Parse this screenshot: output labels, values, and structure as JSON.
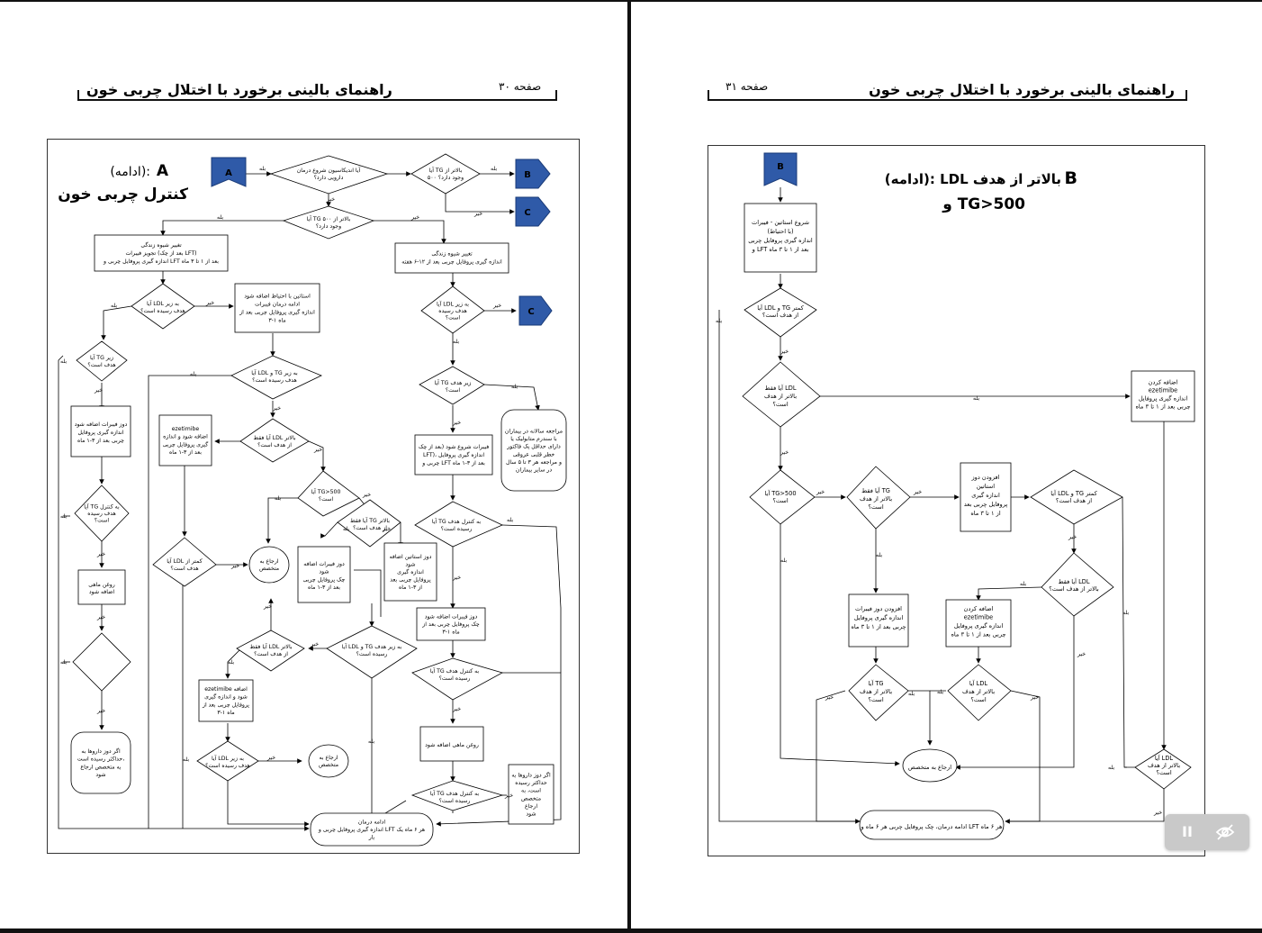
{
  "left_page": {
    "header_title": "راهنمای بالینی برخورد با اختلال چربی خون",
    "page_label": "صفحه ۳۰",
    "section_letter": "A",
    "section_title_line1": "(ادامه):",
    "section_title_line2": "کنترل چربی خون",
    "connector_A": "A",
    "connector_B": "B",
    "connector_C1": "C",
    "connector_C2": "C",
    "nodes": {
      "d_indication": [
        "آیا اندیکاسیون شروع درمان",
        "دارویی دارد؟"
      ],
      "d_tg_over_500_top": [
        "آیا TG بالاتر از",
        "۵۰۰ وجود دارد؟"
      ],
      "d_tg_over_500_mid": [
        "آیا TG بالاتر از ۵۰۰",
        "وجود دارد؟"
      ],
      "b_lifestyle_fibrate": [
        "تغییر شیوه زندگی",
        "تجویز فیبرات (بعد از چک LFT)",
        "اندازه گیری پروفایل چربی و LFT بعد از ۱ تا ۳ ماه"
      ],
      "b_lifestyle_right": [
        "تغییر شیوه زندگی",
        "اندازه گیری پروفایل چربی بعد از ۱۲-۶ هفته"
      ],
      "d_ldl_goal_left": [
        "آیا LDL به زیر",
        "هدف رسیده است؟"
      ],
      "b_add_statin": [
        "استاتین با احتیاط اضافه شود",
        "ادامه درمان فیبرات",
        "اندازه گیری پروفایل چربی بعد از",
        "۳-۱ ماه"
      ],
      "d_ldl_goal_right": [
        "آیا LDL به زیر",
        "هدف رسیده",
        "است؟"
      ],
      "d_tg_goal_far_left": [
        "آیا TG زیر",
        "هدف است؟"
      ],
      "d_ldl_tg_goal": [
        "آیا LDL و TG به زیر",
        "هدف رسیده است؟"
      ],
      "d_tg_goal_right": [
        "آیا TG زیر هدف",
        "است؟"
      ],
      "b_review_patients": [
        "مراجعه سالانه در بیماران",
        "با سندرم متابولیک یا",
        "دارای حداقل یک فاکتور",
        "خطر قلبی عروقی",
        "و مراجعه هر ۳ تا ۵ سال",
        "در سایر بیماران"
      ],
      "b_increase_fibrate_dose": [
        "دوز فیبرات اضافه شود",
        "اندازه گیری پروفایل",
        "چربی بعد از ۳-۱ ماه"
      ],
      "b_ezetimibe_1": [
        "ezetimibe",
        "اضافه شود و اندازه",
        "گیری پروفایل چربی",
        "بعد از ۳-۱ ماه"
      ],
      "d_only_ldl_over": [
        "آیا فقط LDL بالاتر",
        "از هدف است؟"
      ],
      "b_start_fibrate": [
        "فیبرات شروع شود (بعد از چک",
        "LFT)، اندازه گیری پروفایل",
        "چربی و LFT بعد از ۳-۱ ماه"
      ],
      "d_tg500": [
        "آیا TG>500",
        "است؟"
      ],
      "d_tg_control_1": [
        "آیا TG به کنترل هدف",
        "رسیده است؟"
      ],
      "d_tg_only_over": [
        "آیا فقط TG بالاتر",
        "از هدف است؟"
      ],
      "d_tg_control_goal_left": [
        "آیا TG به کنترل",
        "هدف رسیده",
        "است؟"
      ],
      "b_fish_oil_left": [
        "روغن ماهی",
        "اضافه شود"
      ],
      "d_ldl_control_left": [
        "آیا LDL کمتر از",
        "هدف است؟"
      ],
      "c_refer_1": [
        "ارجاع به",
        "متخصص"
      ],
      "b_increase_fibrate_2": [
        "دوز فیبرات اضافه",
        "شود",
        "چک پروفایل چربی",
        "بعد از ۳-۱ ماه"
      ],
      "b_increase_statin": [
        "دوز استاتین اضافه",
        "شود",
        "اندازه گیری",
        "پروفایل چربی بعد",
        "از ۳-۱ ماه"
      ],
      "b_increase_fibrate_3": [
        "دوز فیبرات اضافه شود",
        "چک پروفایل چربی بعد از",
        "۳-۱ ماه"
      ],
      "d_tg_only_over_2": [
        "آیا فقط LDL بالاتر",
        "از هدف است؟"
      ],
      "d_ldl_tg_goal_2": [
        "آیا LDL و TG به زیر هدف",
        "رسیده است؟"
      ],
      "d_tg_control_2": [
        "آیا TG به کنترل هدف",
        "رسیده است؟"
      ],
      "b_ezetimibe_2": [
        "ezetimibe اضافه",
        "شود و اندازه گیری",
        "پروفایل چربی بعد از",
        "۳-۱ ماه"
      ],
      "b_fish_oil_right": [
        "روغن ماهی اضافه شود"
      ],
      "d_ldl_goal_bottom": [
        "آیا LDL به زیر",
        "هدف رسیده است؟"
      ],
      "c_refer_2": [
        "ارجاع به",
        "متخصص"
      ],
      "b_if_max_dose_left": [
        "اگر دوز داروها به",
        "حداکثر رسیده است،",
        "به متخصص ارجاع",
        "شود"
      ],
      "d_tg_control_3": [
        "آیا TG به کنترل هدف",
        "رسیده است؟"
      ],
      "b_if_max_dose_right": [
        "اگر دوز داروها به",
        "حداکثر رسیده",
        "است، به",
        "متخصص",
        "ارجاع",
        "شود"
      ],
      "b_continue": [
        "ادامه درمان",
        "اندازه گیری پروفایل چربی و LFT هر ۶ ماه یک",
        "بار"
      ]
    },
    "edge_labels": {
      "yes": "بله",
      "no": "خیر"
    }
  },
  "right_page": {
    "header_title": "راهنمای بالینی برخورد با اختلال چربی خون",
    "page_label": "صفحه ۳۱",
    "section_letter": "B",
    "section_title_line1": "(ادامه): LDL بالاتر از هدف",
    "section_title_line2": "و TG>500",
    "connector_B": "B",
    "nodes": {
      "b_start_statin": [
        "شروع استاتین - فیبرات",
        "(با احتیاط)",
        "اندازه گیری پروفایل چربی",
        "و LFT بعد از ۱ تا ۳ ماه"
      ],
      "d_ldl_tg_less": [
        "آیا LDL و TG کمتر",
        "از هدف است؟"
      ],
      "d_only_ldl_over": [
        "آیا فقط LDL",
        "بالاتر از هدف",
        "است؟"
      ],
      "b_add_ezetimibe_top": [
        "اضافه کردن",
        "ezetimibe",
        "اندازه گیری پروفایل",
        "چربی بعد از ۱ تا ۳ ماه"
      ],
      "d_tg500": [
        "آیا TG>500",
        "است؟"
      ],
      "d_only_tg_over": [
        "آیا فقط TG",
        "بالاتر از هدف",
        "است؟"
      ],
      "b_increase_statin": [
        "افزودن دوز",
        "استاتین",
        "اندازه گیری",
        "پروفایل چربی بعد",
        "از ۱ تا ۳ ماه"
      ],
      "d_ldl_tg_less_2": [
        "آیا LDL و TG کمتر",
        "از هدف است؟"
      ],
      "d_only_ldl_over_2": [
        "آیا فقط LDL",
        "بالاتر از هدف است؟"
      ],
      "b_increase_fibrate": [
        "افزودن دوز فیبرات",
        "اندازه گیری پروفایل",
        "چربی بعد از ۱ تا ۳ ماه"
      ],
      "b_add_ezetimibe_mid": [
        "اضافه کردن",
        "ezetimibe",
        "اندازه گیری پروفایل",
        "چربی بعد از ۱ تا ۳ ماه"
      ],
      "d_tg_over_goal": [
        "آیا TG",
        "بالاتر از هدف",
        "است؟"
      ],
      "d_ldl_over_goal": [
        "آیا LDL",
        "بالاتر از هدف",
        "است؟"
      ],
      "d_ldl_over_goal_right": [
        "آیا LDL",
        "بالاتر از هدف",
        "است؟"
      ],
      "c_refer": [
        "ارجاع به متخصص"
      ],
      "b_continue": [
        "ادامه درمان، چک پروفایل چربی هر ۶ ماه و LFT هر ۶ ماه"
      ]
    },
    "edge_labels": {
      "yes": "بله",
      "no": "خیر"
    }
  },
  "player_controls": {
    "pause_glyph": "II",
    "pause_icon": "pause-icon",
    "visibility_icon": "eye-off-icon"
  }
}
